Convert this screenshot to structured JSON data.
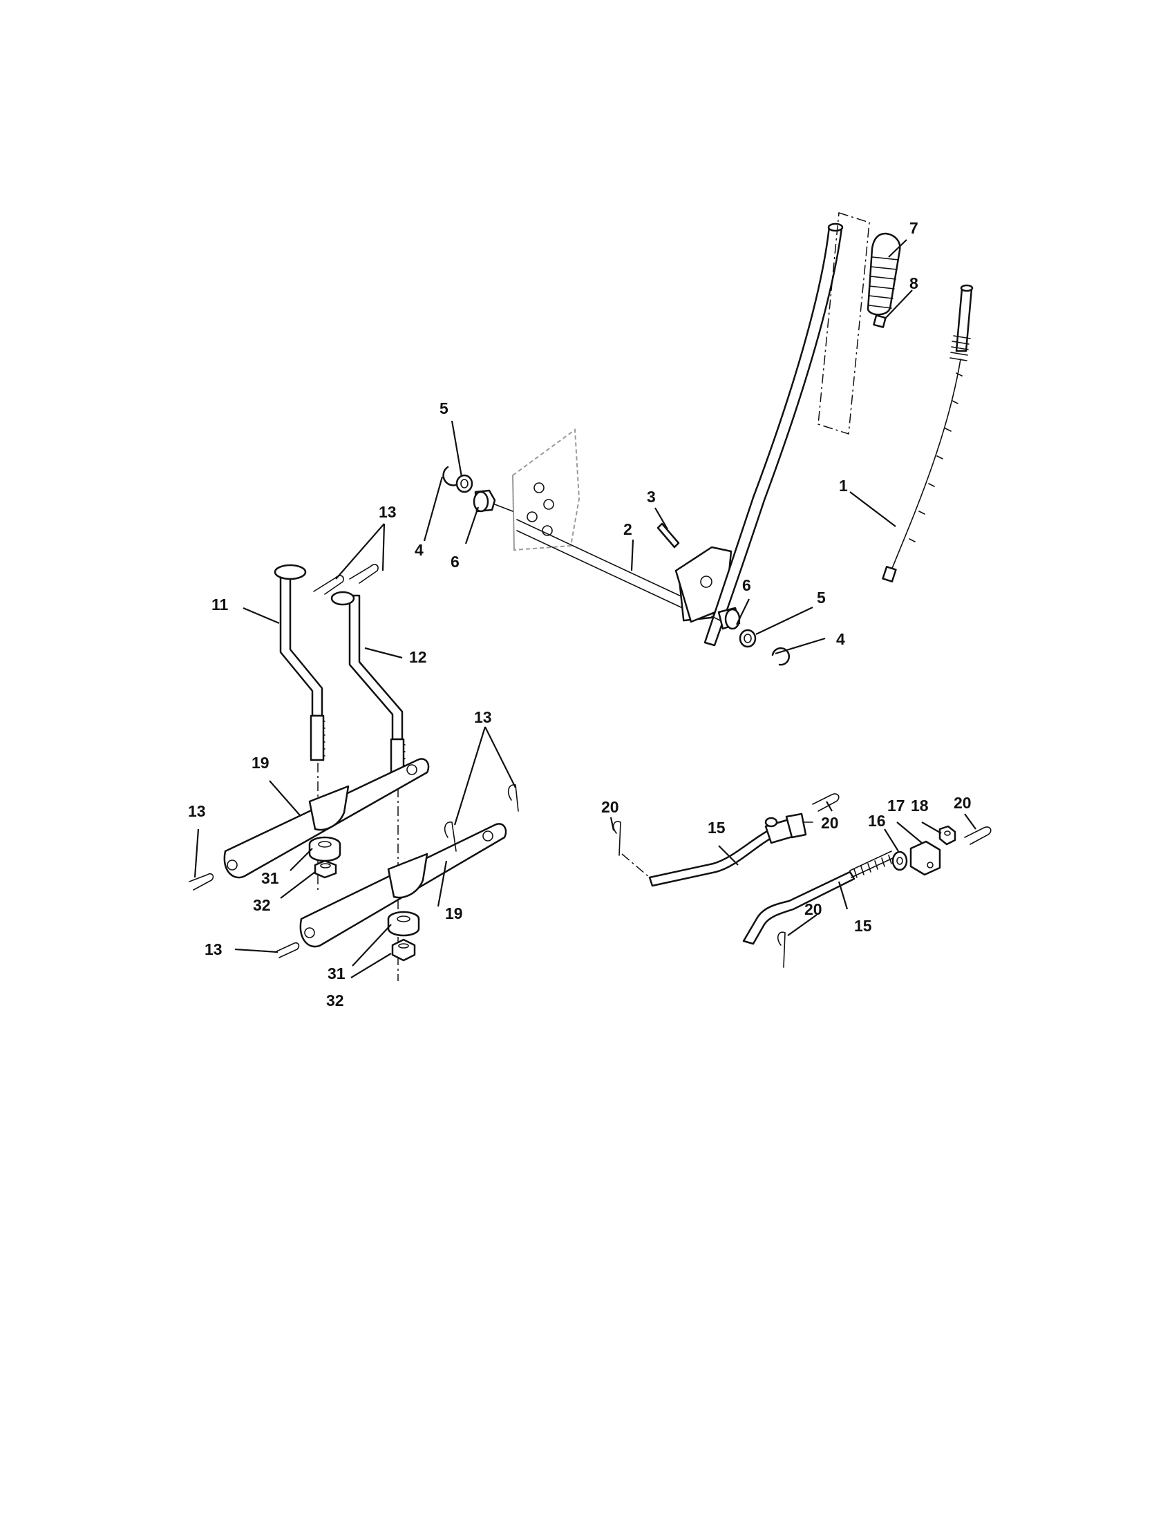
{
  "diagram": {
    "callouts": [
      {
        "id": "c1",
        "text": "1"
      },
      {
        "id": "c2",
        "text": "2"
      },
      {
        "id": "c3",
        "text": "3"
      },
      {
        "id": "c4a",
        "text": "4"
      },
      {
        "id": "c4b",
        "text": "4"
      },
      {
        "id": "c5a",
        "text": "5"
      },
      {
        "id": "c5b",
        "text": "5"
      },
      {
        "id": "c6a",
        "text": "6"
      },
      {
        "id": "c6b",
        "text": "6"
      },
      {
        "id": "c7",
        "text": "7"
      },
      {
        "id": "c8",
        "text": "8"
      },
      {
        "id": "c11",
        "text": "11"
      },
      {
        "id": "c12",
        "text": "12"
      },
      {
        "id": "c13a",
        "text": "13"
      },
      {
        "id": "c13b",
        "text": "13"
      },
      {
        "id": "c13c",
        "text": "13"
      },
      {
        "id": "c13d",
        "text": "13"
      },
      {
        "id": "c15a",
        "text": "15"
      },
      {
        "id": "c15b",
        "text": "15"
      },
      {
        "id": "c16",
        "text": "16"
      },
      {
        "id": "c17",
        "text": "17"
      },
      {
        "id": "c18",
        "text": "18"
      },
      {
        "id": "c19a",
        "text": "19"
      },
      {
        "id": "c19b",
        "text": "19"
      },
      {
        "id": "c20a",
        "text": "20"
      },
      {
        "id": "c20b",
        "text": "20"
      },
      {
        "id": "c20c",
        "text": "20"
      },
      {
        "id": "c20d",
        "text": "20"
      },
      {
        "id": "c31a",
        "text": "31"
      },
      {
        "id": "c31b",
        "text": "31"
      },
      {
        "id": "c32a",
        "text": "32"
      },
      {
        "id": "c32b",
        "text": "32"
      }
    ]
  }
}
